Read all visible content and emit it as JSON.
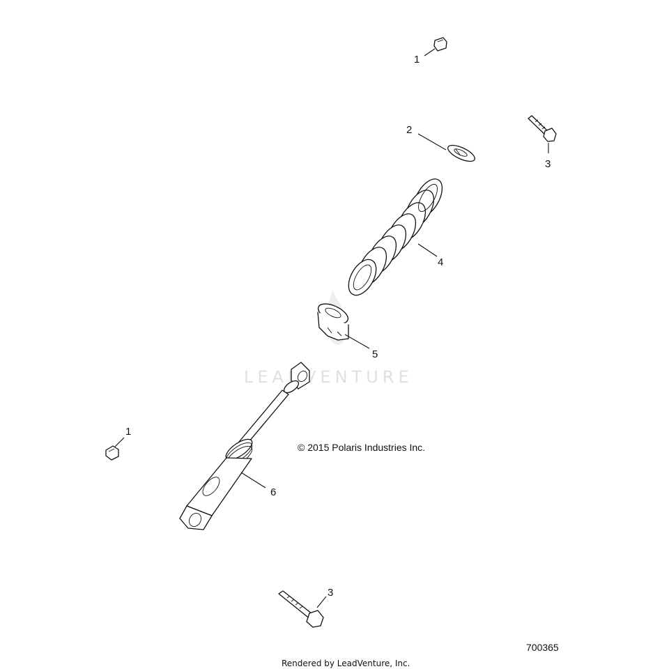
{
  "callouts": {
    "c1_top": "1",
    "c2": "2",
    "c3_top": "3",
    "c4": "4",
    "c5": "5",
    "c1_left": "1",
    "c6": "6",
    "c3_bottom": "3"
  },
  "copyright": "© 2015 Polaris Industries Inc.",
  "document_number": "700365",
  "rendered_by": "Rendered by LeadVenture, Inc.",
  "watermark": "LEADVENTURE"
}
